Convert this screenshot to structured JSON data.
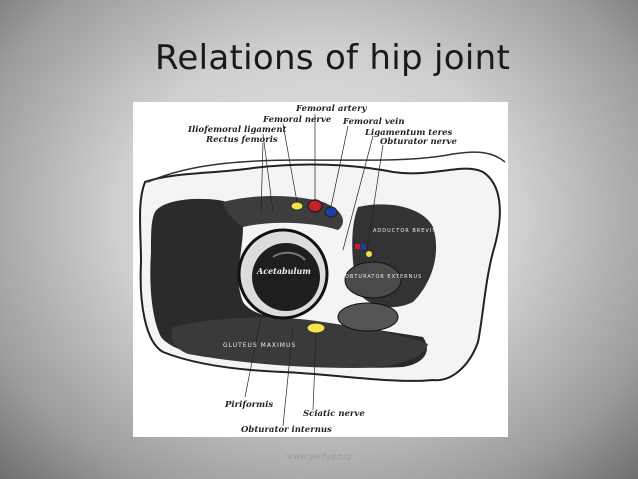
{
  "slide": {
    "title": "Relations of hip joint",
    "footer": "www.ganfyd.org"
  },
  "figure": {
    "labels": {
      "femoral_artery": "Femoral artery",
      "femoral_nerve": "Femoral nerve",
      "femoral_vein": "Femoral vein",
      "iliofemoral_ligament": "Iliofemoral ligament",
      "rectus_femoris": "Rectus femoris",
      "ligamentum_teres": "Ligamentum teres",
      "obturator_nerve": "Obturator nerve",
      "acetabulum": "Acetabulum",
      "piriformis": "Piriformis",
      "sciatic_nerve": "Sciatic nerve",
      "obturator_internus": "Obturator internus"
    },
    "muscle_text": {
      "gluteus_maximus": "GLUTEUS MAXIMUS",
      "obturator_externus": "OBTURATOR EXTERNUS",
      "adductor_brevis": "ADDUCTOR BREVIS"
    },
    "colors": {
      "nerve": "#f2e34a",
      "artery": "#c8202a",
      "vein": "#1f3fa8"
    }
  }
}
